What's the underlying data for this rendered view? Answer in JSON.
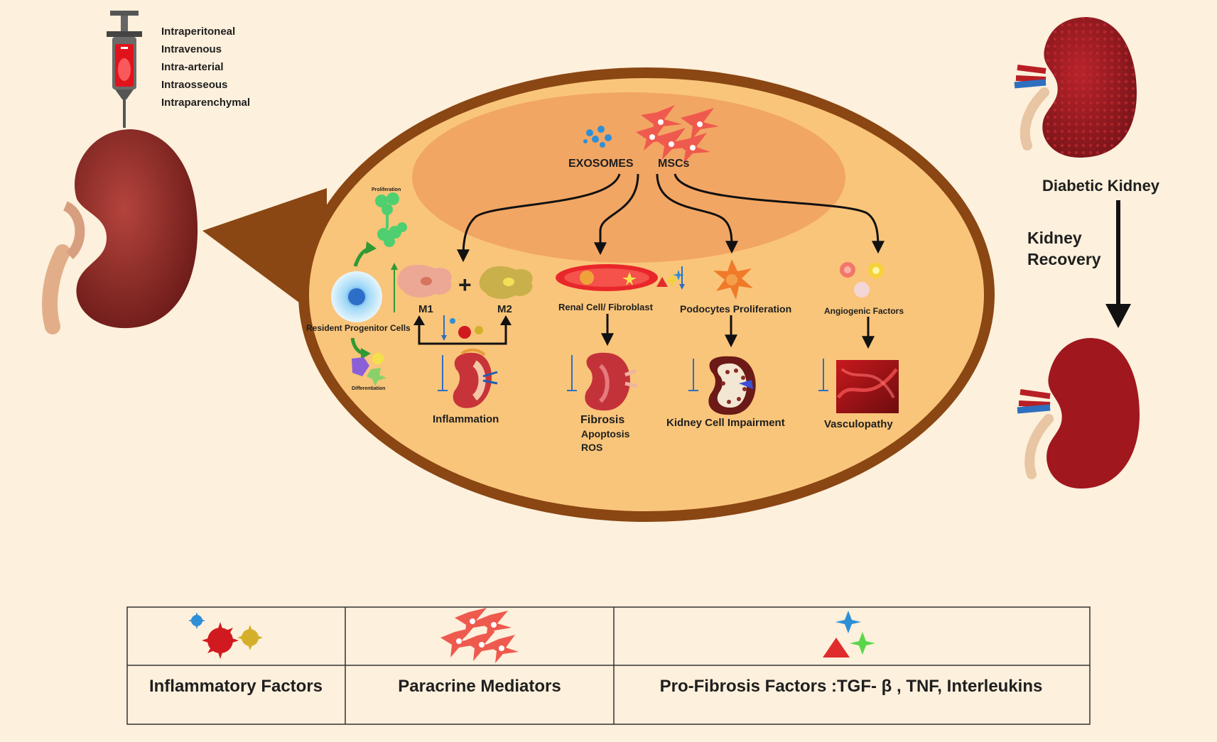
{
  "routes": {
    "items": [
      "Intraperitoneal",
      "Intravenous",
      "Intra-arterial",
      "Intraosseous",
      "Intraparenchymal"
    ]
  },
  "center": {
    "exosomes": "EXOSOMES",
    "mscs": "MSCs"
  },
  "progenitor": {
    "proliferation": "Proliferation",
    "label": "Resident Progenitor Cells",
    "differentiation": "Differentiation"
  },
  "macrophage": {
    "m1": "M1",
    "m2": "M2",
    "plus": "+",
    "outcome": "Inflammation"
  },
  "fibroblast": {
    "label": "Renal Cell/ Fibroblast",
    "outcome_lines": [
      "Fibrosis",
      "Apoptosis",
      "ROS"
    ]
  },
  "podocyte": {
    "label": "Podocytes Proliferation",
    "outcome": "Kidney Cell Impairment"
  },
  "angio": {
    "label": "Angiogenic Factors",
    "outcome": "Vasculopathy"
  },
  "right": {
    "diabetic": "Diabetic Kidney",
    "recovery_lines": [
      "Kidney",
      "Recovery"
    ]
  },
  "legend": {
    "cells": [
      {
        "label": "Inflammatory Factors"
      },
      {
        "label": "Paracrine Mediators"
      },
      {
        "label": "Pro-Fibrosis Factors :TGF- β , TNF, Interleukins"
      }
    ]
  },
  "colors": {
    "background": "#fdf0dc",
    "bubble_fill": "#f9c57a",
    "bubble_border": "#8a4613",
    "kidney": "#8e2a26",
    "diabetic_kidney": "#9c2024",
    "msc": "#ef5a4e",
    "exosome": "#2f8fd6"
  }
}
